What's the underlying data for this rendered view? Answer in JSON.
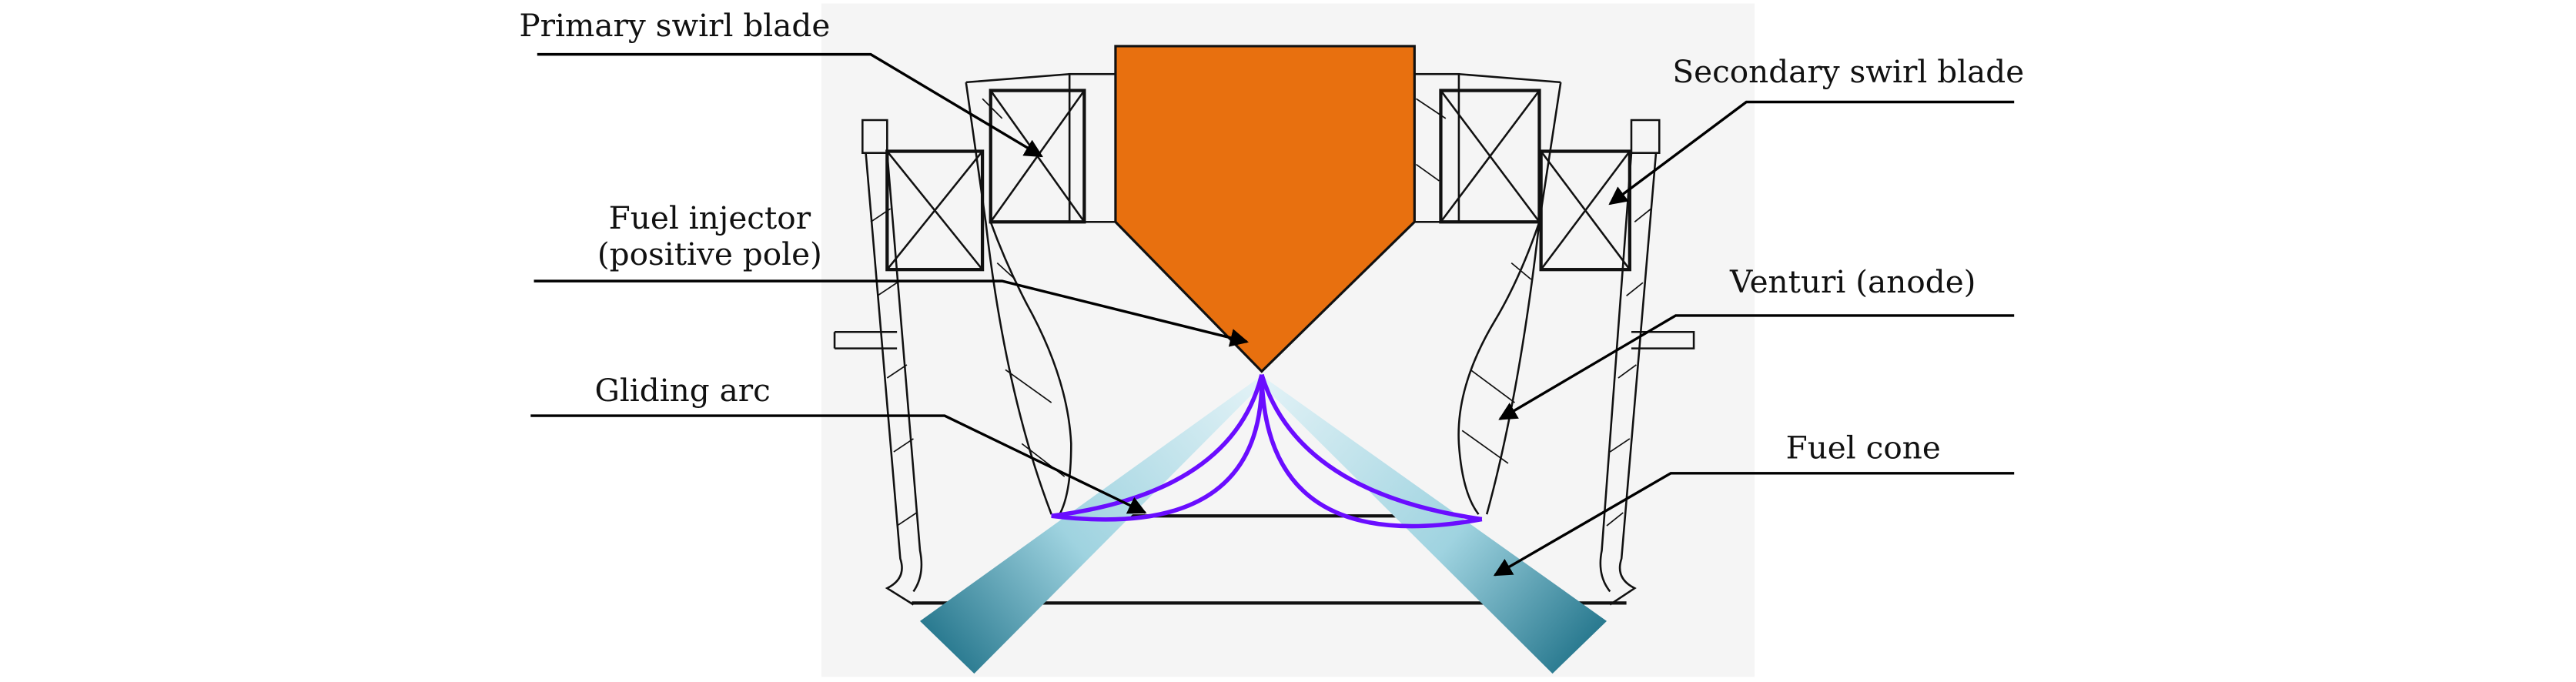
{
  "diagram": {
    "labels": {
      "primary_swirl_blade": "Primary swirl blade",
      "secondary_swirl_blade": "Secondary swirl blade",
      "fuel_injector_line1": "Fuel injector",
      "fuel_injector_line2": "(positive pole)",
      "venturi": "Venturi (anode)",
      "gliding_arc": "Gliding arc",
      "fuel_cone": "Fuel cone"
    },
    "colors": {
      "injector": "#e8700f",
      "arc": "#6a0dff",
      "cone_light": "#cfe9f0",
      "cone_dark": "#2a7a90",
      "background": "#f5f5f5"
    }
  }
}
